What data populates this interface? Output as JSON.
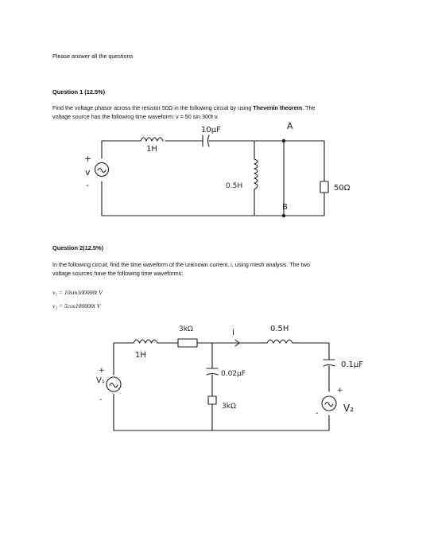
{
  "header": {
    "instruction": "Please answer all the questions"
  },
  "q1": {
    "title": "Question 1 (12.5%)",
    "text_line1_a": "Find the voltage phasor across the resistor 50Ω in the following circuit by using ",
    "text_line1_b": "Thevenin theorem",
    "text_line1_c": ". The",
    "text_line2": "voltage source has the following time waveform: v = 50 sin 300t v.",
    "labels": {
      "L1": "1H",
      "C1": "10µF",
      "L2": "0.5H",
      "R1": "50Ω",
      "nodeA": "A",
      "nodeB": "B",
      "plus": "+",
      "minus": "-",
      "v": "v"
    }
  },
  "q2": {
    "title": "Question 2(12.5%)",
    "text_line1": "In the following circuit, find the time waveform of the unknown current, i, using mesh analysis. The two",
    "text_line2": "voltage sources have the following time waveforms:",
    "eq1": "v₁ = 10sin100000t V",
    "eq2": "v₂ = 5cos100000t V",
    "labels": {
      "R1": "3kΩ",
      "L1": "1H",
      "i": "i",
      "L2": "0.5H",
      "C1": "0.02µF",
      "R2": "3kΩ",
      "C2": "0.1µF",
      "v1": "V₁",
      "v2": "V₂",
      "plus": "+",
      "minus": "-"
    }
  }
}
